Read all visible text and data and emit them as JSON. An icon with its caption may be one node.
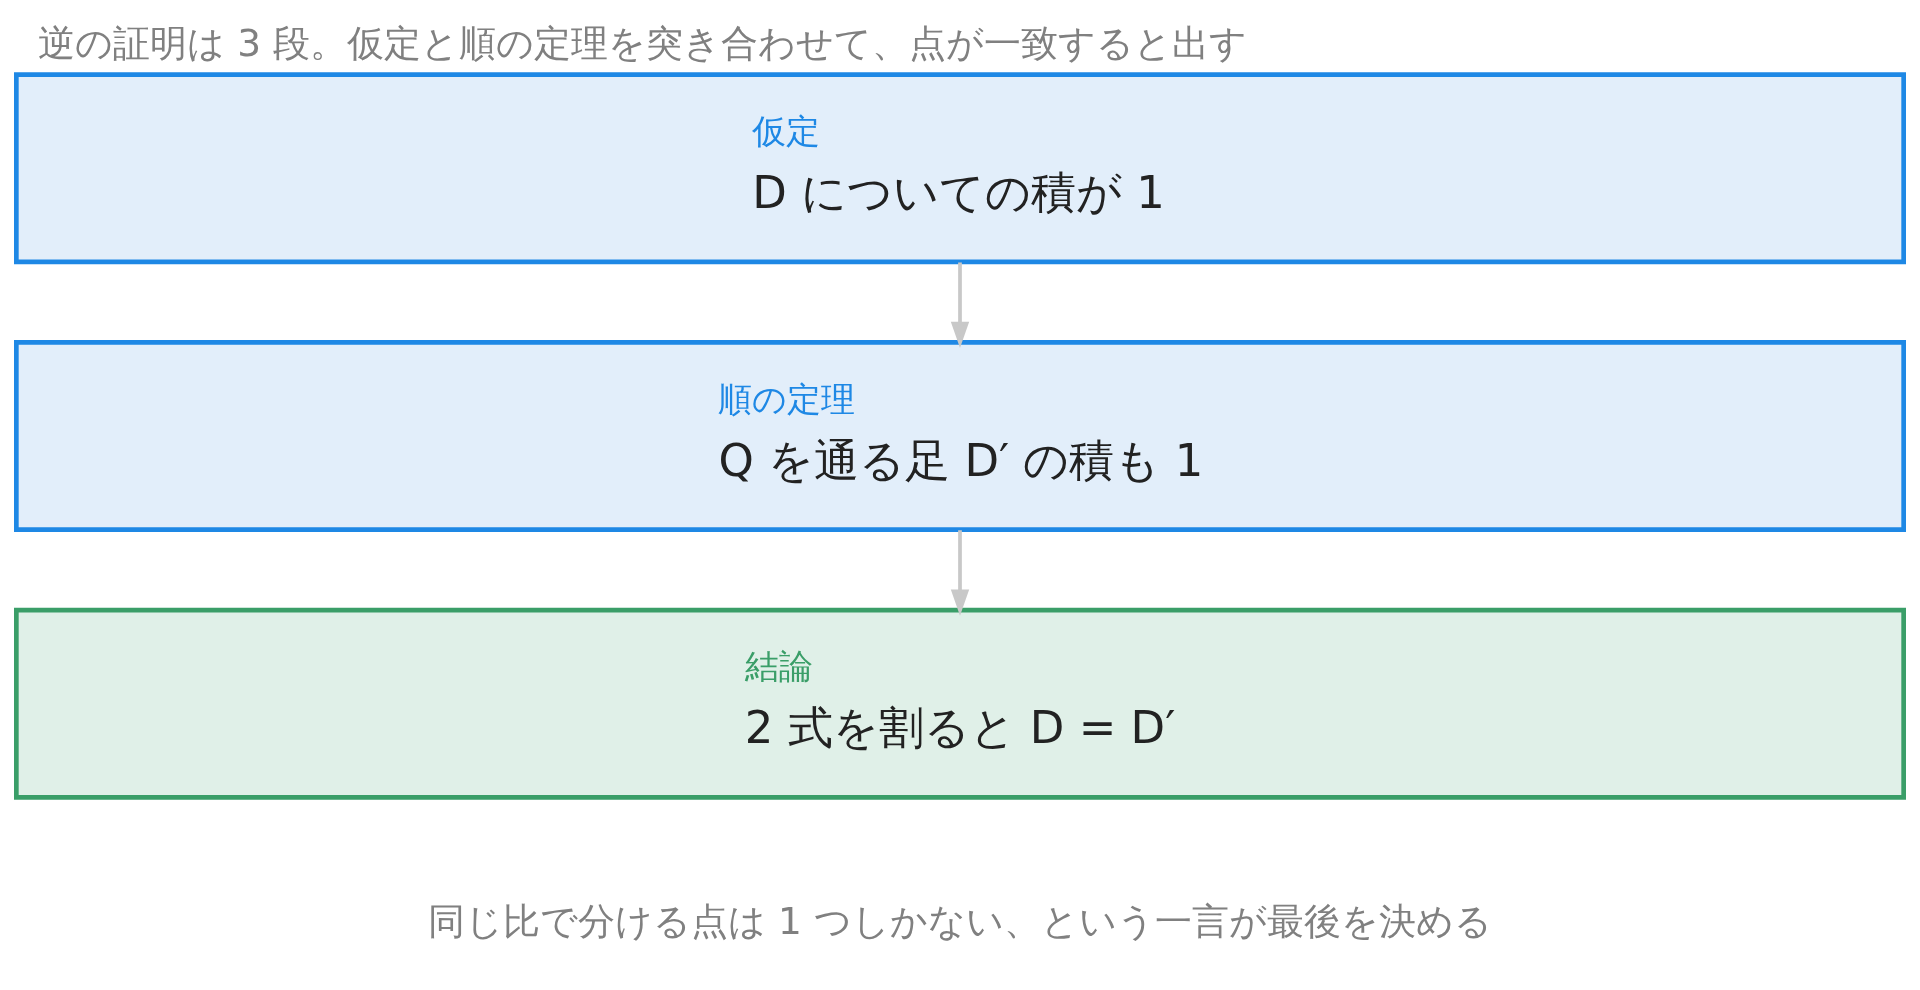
{
  "diagram": {
    "title": "逆の証明は 3 段。仮定と順の定理を突き合わせて、点が一致すると出す",
    "caption": "同じ比で分ける点は 1 つしかない、という一言が最後を決める",
    "nodes": [
      {
        "text": [
          "仮定",
          "D についての積が 1"
        ]
      },
      {
        "text": [
          "順の定理",
          "Q を通る足 D′ の積も 1"
        ]
      },
      {
        "text": [
          "結論",
          "2 式を割ると D = D′"
        ]
      }
    ],
    "edges": [
      {
        "from": 0,
        "to": 1,
        "arrow": "to"
      },
      {
        "from": 1,
        "to": 2,
        "arrow": "to"
      }
    ]
  }
}
